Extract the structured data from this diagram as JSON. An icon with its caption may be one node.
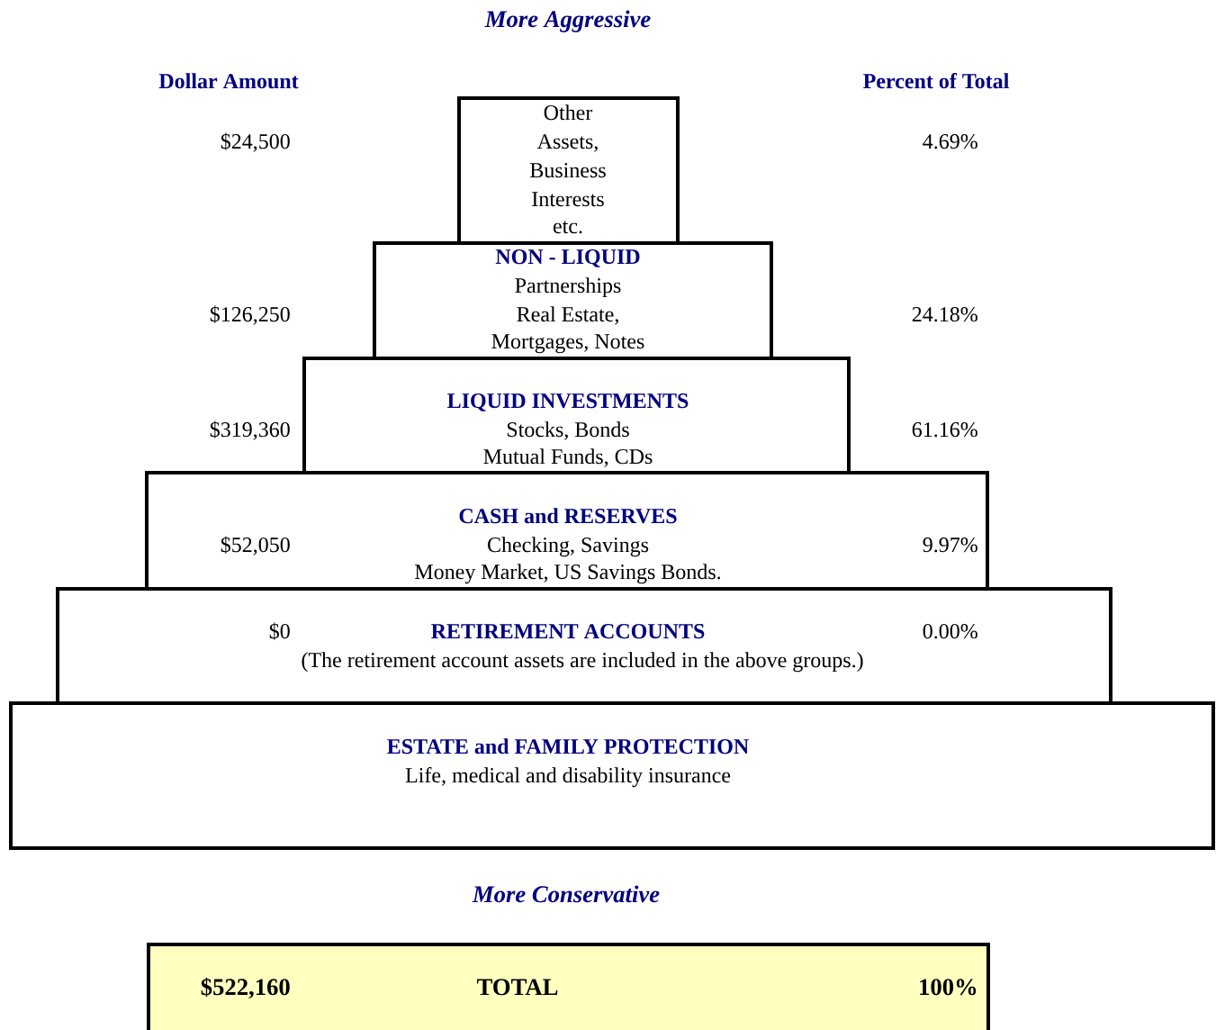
{
  "diagram": {
    "nodes": [
      {
        "text": [
          "Other",
          "Assets,",
          "Business",
          "Interests",
          "etc."
        ]
      },
      {
        "text": [
          "NON - LIQUID",
          "Partnerships",
          "Real Estate,",
          "Mortgages, Notes"
        ]
      },
      {
        "text": [
          "LIQUID INVESTMENTS",
          "Stocks,  Bonds",
          "Mutual Funds, CDs"
        ]
      },
      {
        "text": [
          "CASH and RESERVES",
          "$52,050",
          "Checking, Savings",
          "9.97%",
          "Money Market, US Savings Bonds."
        ]
      },
      {
        "text": [
          "$0",
          "RETIREMENT ACCOUNTS",
          "0.00%",
          "(The retirement account assets are included in the above groups.)"
        ]
      },
      {
        "text": [
          "ESTATE and FAMILY PROTECTION",
          "Life, medical and disability insurance"
        ]
      },
      {
        "text": [
          "$522,160",
          "TOTAL",
          "100%"
        ]
      }
    ],
    "labels": [
      "More Aggressive",
      "Dollar Amount",
      "Percent of Total",
      "$24,500",
      "4.69%",
      "$126,250",
      "24.18%",
      "$319,360",
      "61.16%",
      "More Conservative"
    ]
  }
}
